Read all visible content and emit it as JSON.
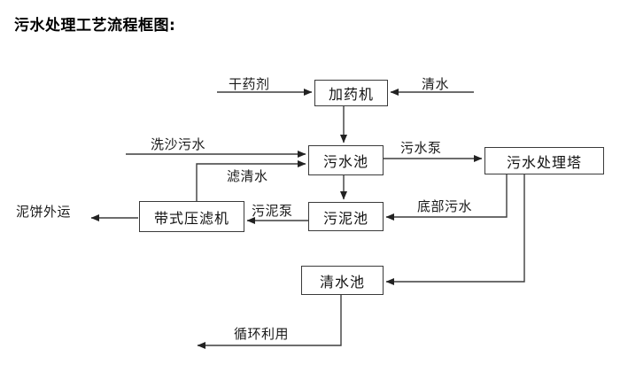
{
  "title": "污水处理工艺流程框图:",
  "nodes": {
    "dosing_machine": "加药机",
    "sewage_pool": "污水池",
    "treatment_tower": "污水处理塔",
    "sludge_pool": "污泥池",
    "belt_filter_press": "带式压滤机",
    "clean_water_pool": "清水池"
  },
  "flow_labels": {
    "dry_chemical": "干药剂",
    "clean_water": "清水",
    "sand_washing_sewage": "洗沙污水",
    "sewage_pump": "污水泵",
    "filtered_water": "滤清水",
    "sludge_pump": "污泥泵",
    "bottom_sewage": "底部污水",
    "mud_cake_transport": "泥饼外运",
    "recycling": "循环利用"
  },
  "colors": {
    "line": "#3d3d3d",
    "arrowhead": "#222222",
    "text": "#1a1a1a",
    "background": "#ffffff"
  }
}
